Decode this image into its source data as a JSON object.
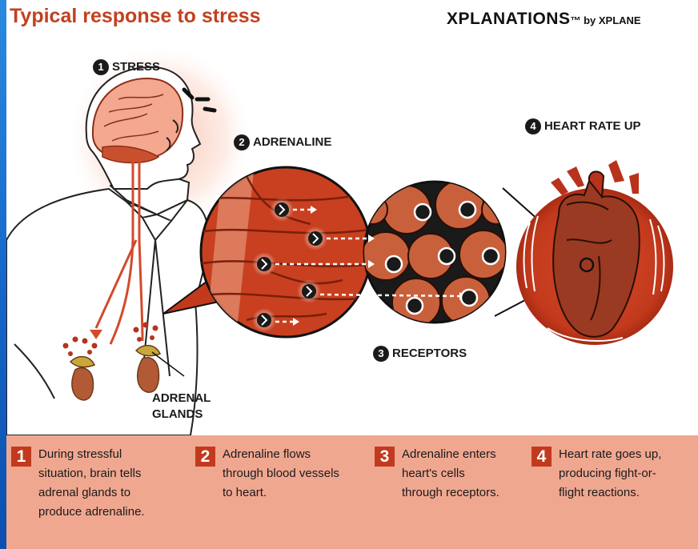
{
  "title": "Typical response to stress",
  "brand": {
    "name": "XPLANATIONS",
    "tm": "™",
    "by": " by XPLANE"
  },
  "labels": {
    "stress": {
      "num": "1",
      "text": "STRESS"
    },
    "adrenaline": {
      "num": "2",
      "text": "ADRENALINE"
    },
    "receptors": {
      "num": "3",
      "text": "RECEPTORS"
    },
    "heart": {
      "num": "4",
      "text": "HEART RATE UP"
    },
    "glands_line1": "ADRENAL",
    "glands_line2": "GLANDS"
  },
  "steps": [
    {
      "num": "1",
      "text": "During stressful situation, brain tells adrenal glands to produce adrenaline."
    },
    {
      "num": "2",
      "text": "Adrenaline flows through blood vessels to heart."
    },
    {
      "num": "3",
      "text": "Adrenaline enters heart's cells through receptors."
    },
    {
      "num": "4",
      "text": "Heart rate goes up, producing fight-or-flight reactions."
    }
  ],
  "colors": {
    "accent": "#c2411f",
    "blood": "#b8321c",
    "panel": "#f0a790",
    "frame": "#1565c8"
  }
}
